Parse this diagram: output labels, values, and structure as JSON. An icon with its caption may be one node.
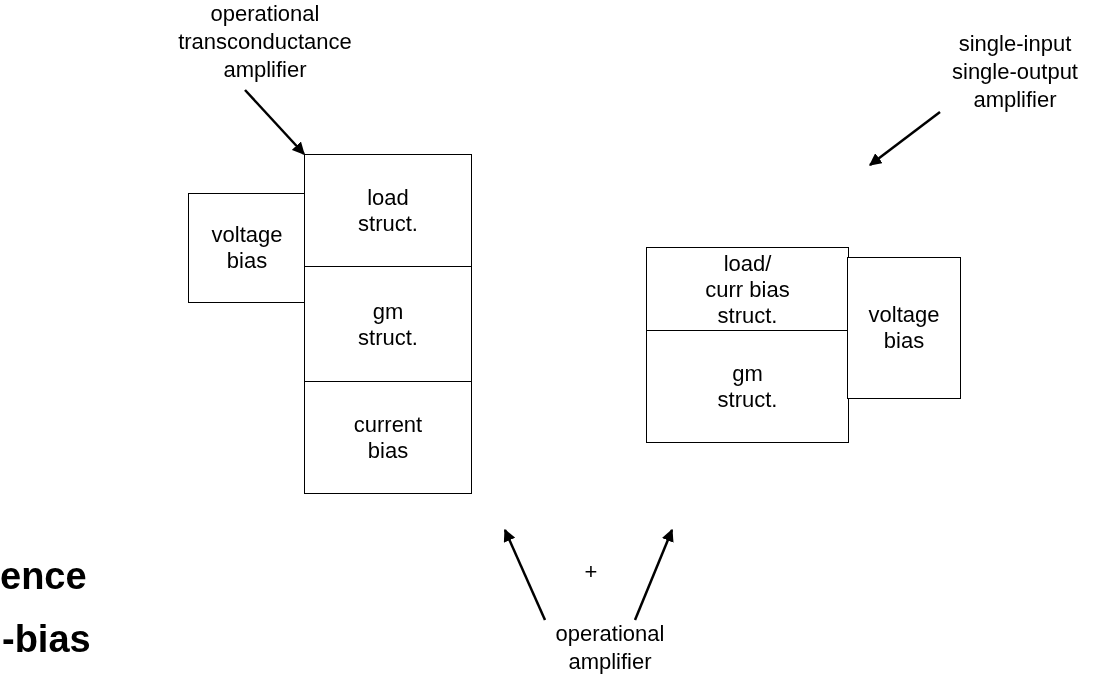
{
  "diagram": {
    "nodes": [
      {
        "text": [
          "operational transconductance amplifier"
        ]
      },
      {
        "text": [
          "voltage bias"
        ]
      },
      {
        "text": [
          "load struct."
        ]
      },
      {
        "text": [
          "gm struct."
        ]
      },
      {
        "text": [
          "current bias"
        ]
      },
      {
        "text": [
          "single-input single-output amplifier"
        ]
      },
      {
        "text": [
          "load/ curr bias struct."
        ]
      },
      {
        "text": [
          "gm struct."
        ]
      },
      {
        "text": [
          "voltage bias"
        ]
      },
      {
        "text": [
          "operational amplifier"
        ]
      }
    ],
    "edges": [
      {
        "from": 0,
        "to": 2,
        "arrow": "to"
      },
      {
        "from": 5,
        "to": null,
        "arrow": "to"
      },
      {
        "from": 9,
        "to": null,
        "arrow": "to"
      },
      {
        "from": 9,
        "to": null,
        "arrow": "to"
      }
    ],
    "labels": [
      "+",
      "ence",
      "-bias"
    ]
  }
}
